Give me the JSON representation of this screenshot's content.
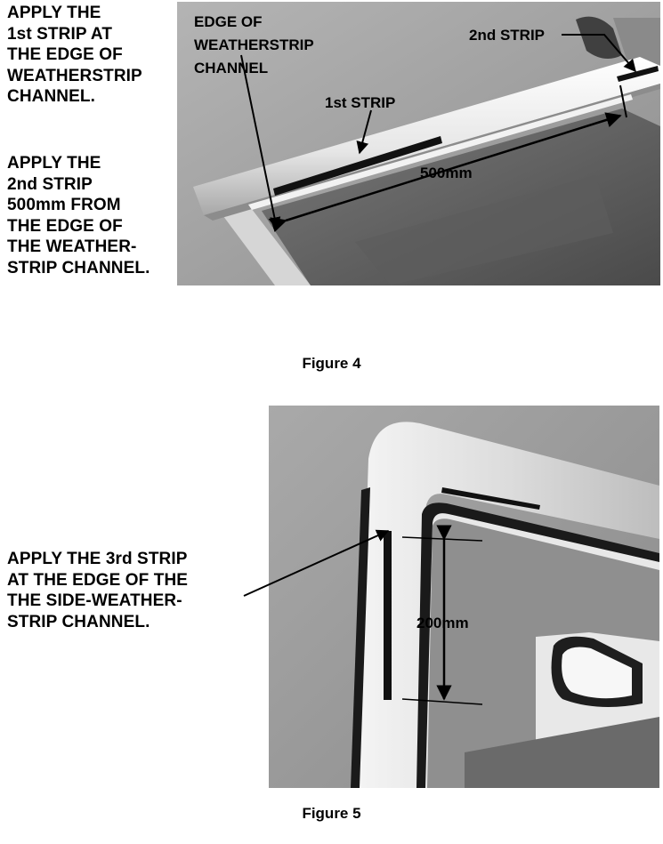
{
  "figure4": {
    "instructions": {
      "first": [
        "APPLY THE",
        "1st STRIP AT",
        "THE EDGE OF",
        "WEATHERSTRIP",
        "CHANNEL."
      ],
      "second": [
        "APPLY THE",
        "2nd STRIP",
        "500mm FROM",
        "THE EDGE OF",
        "THE WEATHER-",
        "STRIP CHANNEL."
      ]
    },
    "labels": {
      "edge": [
        "EDGE OF",
        "WEATHERSTRIP",
        "CHANNEL"
      ],
      "first_strip": "1st STRIP",
      "second_strip": "2nd STRIP",
      "distance": "500mm"
    },
    "caption": "Figure 4"
  },
  "figure5": {
    "instructions": [
      "APPLY THE 3rd STRIP",
      "AT THE EDGE OF THE",
      "THE SIDE-WEATHER-",
      "STRIP CHANNEL."
    ],
    "labels": {
      "distance": "200mm"
    },
    "caption": "Figure 5"
  }
}
